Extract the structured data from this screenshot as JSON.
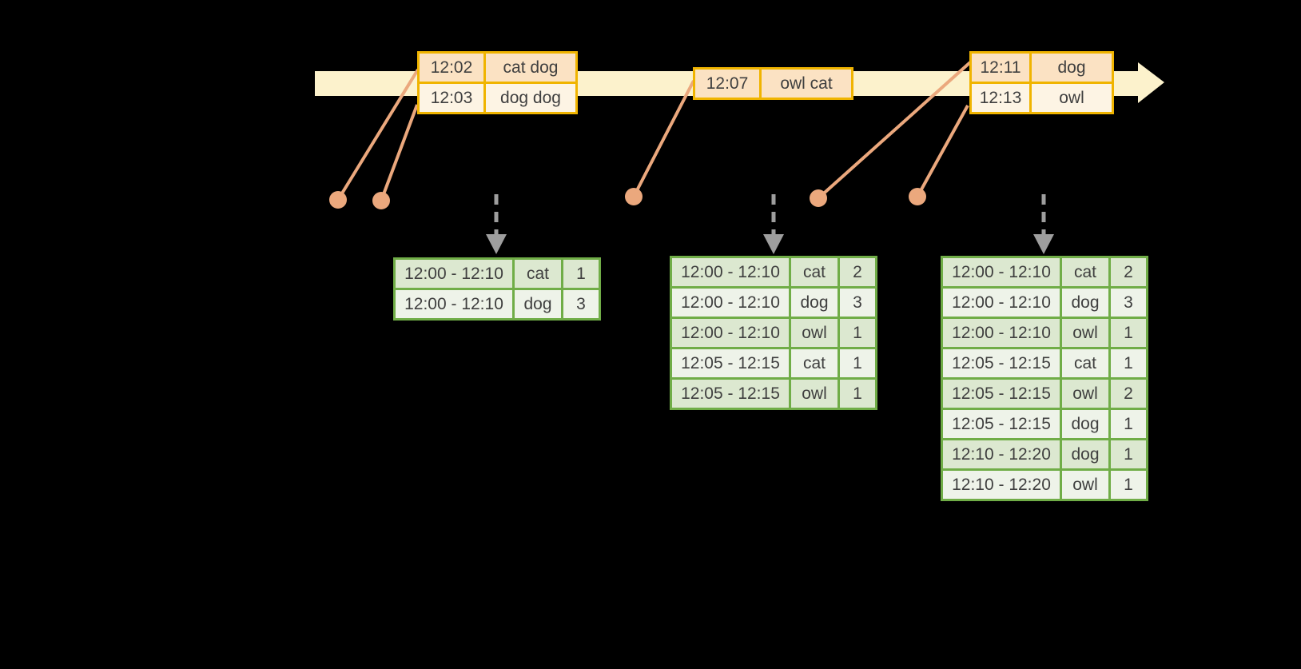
{
  "palette": {
    "background": "#000000",
    "timeline_band": "#fcf2cc",
    "event_border": "#f0b400",
    "event_row_dark": "#fbe2c3",
    "event_row_light": "#fdf4e4",
    "connector": "#eba87d",
    "trigger_arrow": "#9e9e9e",
    "result_border": "#70ad47",
    "result_row_dark": "#dce8d0",
    "result_row_light": "#eef3e9",
    "text": "#3f3f3f"
  },
  "timeline": {
    "events": [
      {
        "rows": [
          {
            "time": "12:02",
            "words": "cat dog"
          },
          {
            "time": "12:03",
            "words": "dog dog"
          }
        ]
      },
      {
        "rows": [
          {
            "time": "12:07",
            "words": "owl cat"
          }
        ]
      },
      {
        "rows": [
          {
            "time": "12:11",
            "words": "dog"
          },
          {
            "time": "12:13",
            "words": "owl"
          }
        ]
      }
    ]
  },
  "results": {
    "tables": [
      {
        "rows": [
          {
            "window": "12:00 - 12:10",
            "word": "cat",
            "count": "1"
          },
          {
            "window": "12:00 - 12:10",
            "word": "dog",
            "count": "3"
          }
        ]
      },
      {
        "rows": [
          {
            "window": "12:00 - 12:10",
            "word": "cat",
            "count": "2"
          },
          {
            "window": "12:00 - 12:10",
            "word": "dog",
            "count": "3"
          },
          {
            "window": "12:00 - 12:10",
            "word": "owl",
            "count": "1"
          },
          {
            "window": "12:05 - 12:15",
            "word": "cat",
            "count": "1"
          },
          {
            "window": "12:05 - 12:15",
            "word": "owl",
            "count": "1"
          }
        ]
      },
      {
        "rows": [
          {
            "window": "12:00 - 12:10",
            "word": "cat",
            "count": "2"
          },
          {
            "window": "12:00 - 12:10",
            "word": "dog",
            "count": "3"
          },
          {
            "window": "12:00 - 12:10",
            "word": "owl",
            "count": "1"
          },
          {
            "window": "12:05 - 12:15",
            "word": "cat",
            "count": "1"
          },
          {
            "window": "12:05 - 12:15",
            "word": "owl",
            "count": "2"
          },
          {
            "window": "12:05 - 12:15",
            "word": "dog",
            "count": "1"
          },
          {
            "window": "12:10 - 12:20",
            "word": "dog",
            "count": "1"
          },
          {
            "window": "12:10 - 12:20",
            "word": "owl",
            "count": "1"
          }
        ]
      }
    ]
  }
}
